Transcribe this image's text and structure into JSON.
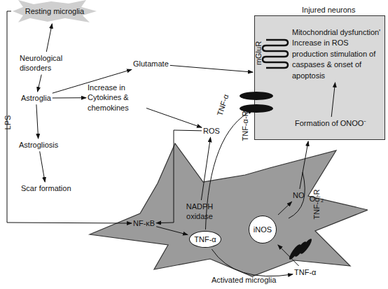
{
  "diagram": {
    "nodes": [
      {
        "text": [
          "Resting microglia"
        ]
      },
      {
        "text": [
          "Neurological disorders"
        ]
      },
      {
        "text": [
          "Astroglia"
        ]
      },
      {
        "text": [
          "Glutamate"
        ]
      },
      {
        "text": [
          "Increase in Cytokines & chemokines"
        ]
      },
      {
        "text": [
          "ROS"
        ]
      },
      {
        "text": [
          "Astrogliosis"
        ]
      },
      {
        "text": [
          "Scar formation"
        ]
      },
      {
        "text": [
          "Injured neurons"
        ]
      },
      {
        "text": [
          "Mitochondrial dysfunction' Increase in ROS production stimulation of caspases & onset of apoptosis"
        ],
        "in": 8
      },
      {
        "text": [
          "Formation of ONOO⁻"
        ],
        "in": 8
      },
      {
        "text": [
          "Activated microglia"
        ]
      },
      {
        "text": [
          "NF-κB"
        ],
        "in": 11
      },
      {
        "text": [
          "NADPH oxidase"
        ],
        "in": 11
      },
      {
        "text": [
          "TNF-α"
        ],
        "in": 11
      },
      {
        "text": [
          "iNOS"
        ],
        "in": 11
      },
      {
        "text": [
          "NO"
        ],
        "in": 11
      },
      {
        "text": [
          "TNF-α"
        ],
        "in": 11
      }
    ],
    "edges": [
      {
        "from": 1,
        "to": 0,
        "arrow": "to"
      },
      {
        "from": 1,
        "to": 2,
        "arrow": "to"
      },
      {
        "from": 2,
        "to": 3,
        "arrow": "to"
      },
      {
        "from": 3,
        "to": 8,
        "arrow": "to"
      },
      {
        "from": 2,
        "to": 4,
        "arrow": "to"
      },
      {
        "from": 4,
        "to": 5,
        "arrow": "to"
      },
      {
        "from": 2,
        "to": 6,
        "arrow": "to"
      },
      {
        "from": 6,
        "to": 7,
        "arrow": "to"
      },
      {
        "from": 0,
        "to": 12,
        "label": "LPS",
        "arrow": "to"
      },
      {
        "from": 5,
        "to": 12,
        "arrow": "to"
      },
      {
        "from": 13,
        "to": 5,
        "arrow": "to"
      },
      {
        "from": 12,
        "to": 14,
        "arrow": "to"
      },
      {
        "from": 14,
        "to": 8,
        "label": "TNF-α",
        "arrow": "to"
      },
      {
        "from": 14,
        "to": 17,
        "arrow": "to"
      },
      {
        "from": 17,
        "to": 15,
        "arrow": "to"
      },
      {
        "from": 15,
        "to": 16,
        "arrow": "to"
      },
      {
        "from": 16,
        "to": 8,
        "arrow": "to"
      },
      {
        "from": 10,
        "to": 9,
        "arrow": "to"
      }
    ],
    "labels": [
      "mGluR",
      "TNF-α-R",
      "TNF-α-R",
      "O˙⁻₂"
    ]
  }
}
